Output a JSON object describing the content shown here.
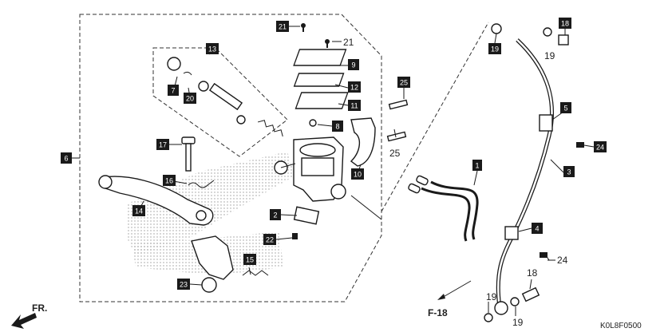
{
  "diagram": {
    "code": "K0L8F0500",
    "direction_label": "FR.",
    "reference_label": "F-18",
    "callouts": {
      "c1": "1",
      "c2": "2",
      "c3": "3",
      "c4": "4",
      "c5": "5",
      "c6": "6",
      "c7": "7",
      "c8": "8",
      "c9": "9",
      "c10": "10",
      "c11": "11",
      "c12": "12",
      "c13": "13",
      "c14": "14",
      "c15": "15",
      "c16": "16",
      "c17": "17",
      "c18": "18",
      "c19": "19",
      "c20": "20",
      "c21": "21",
      "c22": "22",
      "c23": "23",
      "c24": "24",
      "c25": "25"
    },
    "plain_callouts": {
      "p21": "21",
      "p25": "25",
      "p19a": "19",
      "p24": "24",
      "p18": "18",
      "p19b": "19",
      "p19c": "19"
    }
  }
}
